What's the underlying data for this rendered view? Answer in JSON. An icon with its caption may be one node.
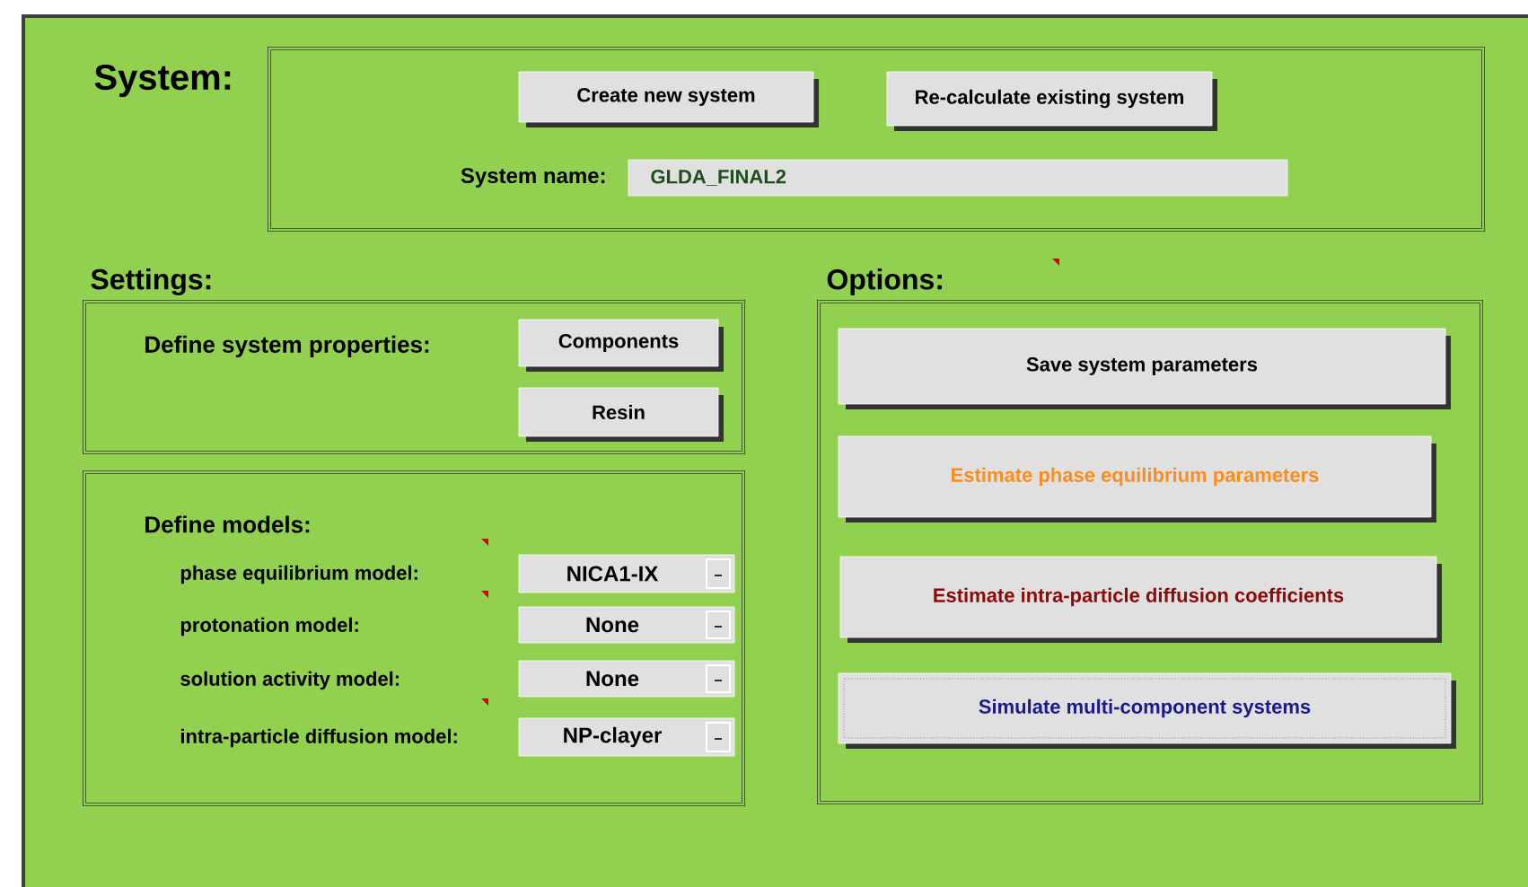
{
  "diagram": {
    "nodes": [
      {
        "text": [
          "System:"
        ]
      },
      {
        "text": [
          "Create new system"
        ],
        "in": 0
      },
      {
        "text": [
          "Re-calculate existing system"
        ],
        "in": 0
      },
      {
        "text": [
          "GLDA_FINAL2"
        ],
        "in": 0,
        "beside": [
          "System name:"
        ]
      },
      {
        "text": [
          "Settings:",
          "Define system properties:"
        ]
      },
      {
        "text": [
          "Components"
        ],
        "in": 4
      },
      {
        "text": [
          "Resin"
        ],
        "in": 4
      },
      {
        "text": [
          "Define models:"
        ]
      },
      {
        "text": [
          "NICA1-IX"
        ],
        "in": 7
      },
      {
        "text": [
          "None"
        ],
        "in": 7
      },
      {
        "text": [
          "None"
        ],
        "in": 7
      },
      {
        "text": [
          "NP-clayer"
        ],
        "in": 7
      },
      {
        "text": [
          "Options:"
        ]
      },
      {
        "text": [
          "Save system parameters"
        ],
        "in": 12
      },
      {
        "text": [
          "Estimate phase equilibrium parameters"
        ],
        "in": 12
      },
      {
        "text": [
          "Estimate intra-particle diffusion coefficients"
        ],
        "in": 12
      },
      {
        "text": [
          "Simulate multi-component systems"
        ],
        "in": 12
      }
    ],
    "labels": [
      "phase equilibrium model:",
      "protonation model:",
      "solution activity model:",
      "intra-particle diffusion model:"
    ]
  }
}
